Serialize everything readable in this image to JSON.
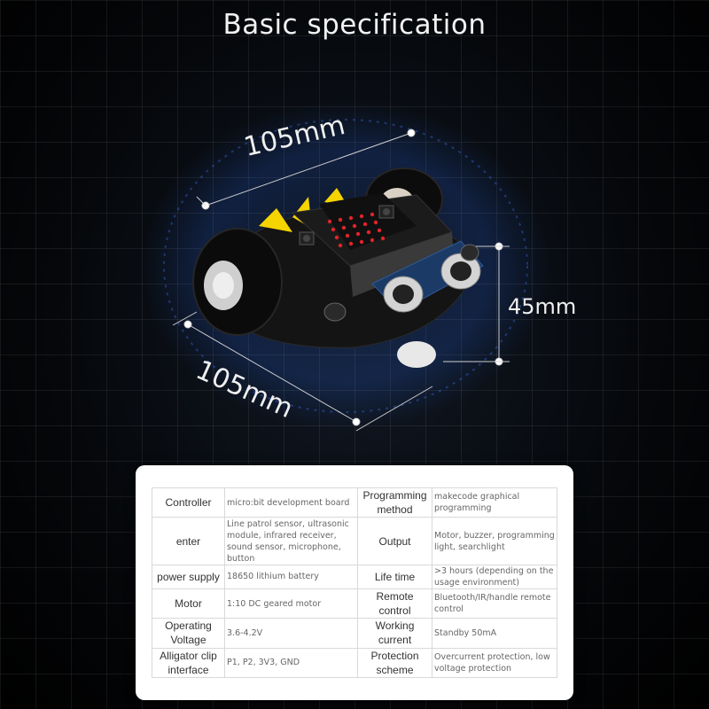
{
  "title": "Basic specification",
  "dimensions": {
    "length": "105mm",
    "width": "105mm",
    "height": "45mm"
  },
  "specs": [
    {
      "label1": "Controller",
      "value1": "micro:bit development board",
      "label2": "Programming method",
      "value2": "makecode graphical programming"
    },
    {
      "label1": "enter",
      "value1": "Line patrol sensor, ultrasonic module, infrared receiver, sound sensor, microphone, button",
      "label2": "Output",
      "value2": "Motor, buzzer, programming light, searchlight"
    },
    {
      "label1": "power supply",
      "value1": "18650 lithium battery",
      "label2": "Life time",
      "value2": ">3 hours (depending on the usage environment)"
    },
    {
      "label1": "Motor",
      "value1": "1:10 DC geared motor",
      "label2": "Remote control",
      "value2": "Bluetooth/IR/handle remote control"
    },
    {
      "label1": "Operating Voltage",
      "value1": "3.6-4.2V",
      "label2": "Working current",
      "value2": "Standby 50mA"
    },
    {
      "label1": "Alligator clip interface",
      "value1": "P1, P2, 3V3, GND",
      "label2": "Protection scheme",
      "value2": "Overcurrent protection, low voltage protection"
    }
  ],
  "colors": {
    "background": "#000000",
    "card": "#ffffff",
    "accent_yellow": "#f5d400",
    "led_red": "#e0242a",
    "glow_blue": "#2a6cff"
  }
}
